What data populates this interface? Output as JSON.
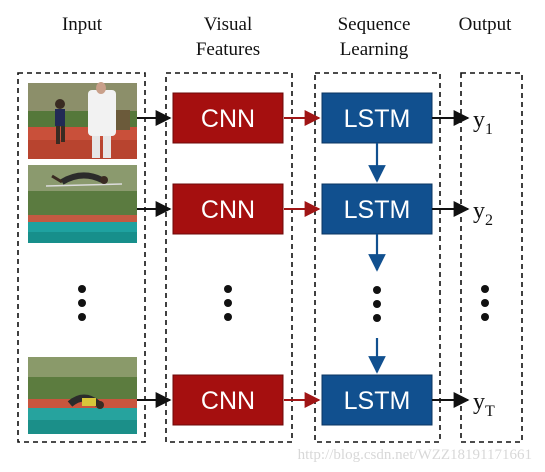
{
  "headings": {
    "input": "Input",
    "visual_features_line1": "Visual",
    "visual_features_line2": "Features",
    "sequence_learning_line1": "Sequence",
    "sequence_learning_line2": "Learning",
    "output": "Output"
  },
  "cnn_label": "CNN",
  "lstm_label": "LSTM",
  "outputs": [
    {
      "base": "y",
      "sub": "1"
    },
    {
      "base": "y",
      "sub": "2"
    },
    {
      "base": "y",
      "sub": "T"
    }
  ],
  "watermark": "http://blog.csdn.net/WZZ18191171661",
  "colors": {
    "cnn_fill": "#a50f0f",
    "lstm_fill": "#11508f",
    "red_arrow": "#a01515",
    "blue_arrow": "#11508f",
    "black_arrow": "#111111",
    "dashed_border": "#111111"
  },
  "icons": {
    "frame_1": "high-jump-approach-frame",
    "frame_2": "high-jump-over-bar-frame",
    "frame_3": "high-jump-landing-frame",
    "ellipsis": "vertical-ellipsis-icon"
  }
}
